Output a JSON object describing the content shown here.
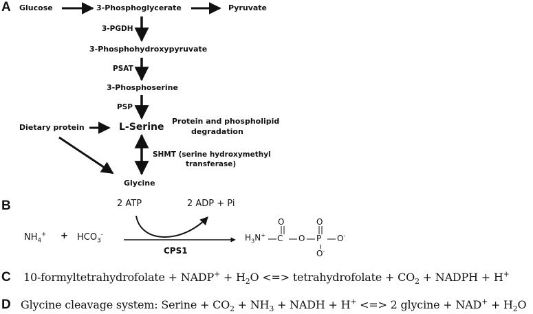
{
  "panel_a": {
    "label": "A",
    "glucose": "Glucose",
    "phosphoglycerate": "3-Phosphoglycerate",
    "pyruvate": "Pyruvate",
    "enzyme_pgdh": "3-PGDH",
    "phosphohydroxypyruvate": "3-Phosphohydroxypyruvate",
    "enzyme_psat": "PSAT",
    "phosphoserine": "3-Phosphoserine",
    "enzyme_psp": "PSP",
    "dietary_protein": "Dietary protein",
    "serine": "L-Serine",
    "degradation_line1": "Protein and phospholipid",
    "degradation_line2": "degradation",
    "enzyme_shmt_line1": "SHMT (serine hydroxymethyl",
    "enzyme_shmt_line2": "transferase)",
    "glycine": "Glycine"
  },
  "panel_b": {
    "label": "B",
    "atp": "2 ATP",
    "adp": "2 ADP + Pi",
    "nh4": "NH",
    "nh4_sub": "4",
    "nh4_sup": "+",
    "plus": "+",
    "hco3": "HCO",
    "hco3_sub": "3",
    "hco3_sup": "-",
    "enzyme": "CPS1",
    "product_h3n": "H",
    "product_h3n_sub": "3",
    "product_n": "N",
    "product_n_sup": "+",
    "product_c": "C",
    "product_o_carbonyl": "O",
    "product_o_bridge": "O",
    "product_p": "P",
    "product_o_top": "O",
    "product_o_right": "O",
    "product_o_right_sup": "-",
    "product_o_bottom": "O",
    "product_o_bottom_sup": "-"
  },
  "panel_c": {
    "label": "C",
    "p1": "10-formyltetrahydrofolate + NADP",
    "p1_sup": "+",
    "p2": " + H",
    "p2_sub": "2",
    "p3": "O  <=> tetrahydrofolate + CO",
    "p3_sub": "2",
    "p4": " + NADPH + H",
    "p4_sup": "+"
  },
  "panel_d": {
    "label": "D",
    "p1": "Glycine cleavage system: Serine + CO",
    "p1_sub": "2",
    "p2": " + NH",
    "p2_sub": "3",
    "p3": " + NADH + H",
    "p3_sup": "+",
    "p4": " <=> 2 glycine  + NAD",
    "p4_sup": "+",
    "p5": " + H",
    "p5_sub": "2",
    "p6": "O"
  },
  "colors": {
    "ink": "#111111",
    "background": "#ffffff"
  }
}
